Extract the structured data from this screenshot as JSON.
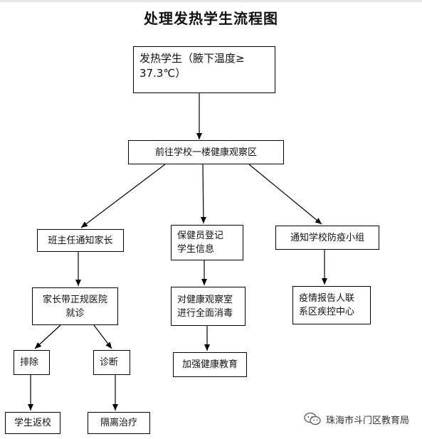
{
  "title": "处理发热学生流程图",
  "nodes": {
    "fever_student": {
      "line1": "发热学生（腋下温度≥",
      "line2": "37.3℃）"
    },
    "observation_area": "前往学校一楼健康观察区",
    "notify_parents": "班主任通知家长",
    "health_register": {
      "line1": "保健员登记",
      "line2": "学生信息"
    },
    "notify_team": "通知学校防疫小组",
    "hospital_visit": {
      "line1": "家长带正规医院",
      "line2": "就诊"
    },
    "disinfect_room": {
      "line1": "对健康观察室",
      "line2": "进行全面消毒"
    },
    "report_cdc": {
      "line1": "疫情报告人联",
      "line2": "系区疾控中心"
    },
    "excluded": "排除",
    "diagnosed": "诊断",
    "health_education": "加强健康教育",
    "return_school": "学生返校",
    "isolation_treatment": "隔离治疗"
  },
  "watermark": {
    "text": "珠海市斗门区教育局",
    "icon": "wechat-icon"
  }
}
